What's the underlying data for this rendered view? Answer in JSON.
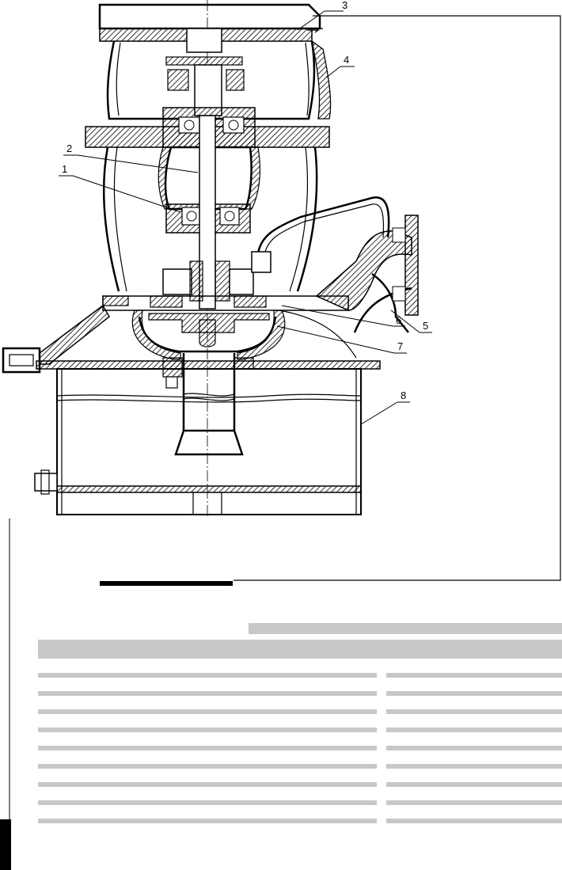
{
  "callouts": [
    {
      "id": "c3",
      "label": "3"
    },
    {
      "id": "c4",
      "label": "4"
    },
    {
      "id": "c2",
      "label": "2"
    },
    {
      "id": "c1",
      "label": "1"
    },
    {
      "id": "c6",
      "label": "6"
    },
    {
      "id": "c5",
      "label": "5"
    },
    {
      "id": "c7",
      "label": "7"
    },
    {
      "id": "c8",
      "label": "8"
    }
  ],
  "colors": {
    "ink": "#000000",
    "hatch": "#000000",
    "table_gray": "#c8c8c8",
    "paper": "#ffffff"
  },
  "table": {
    "rows": 9,
    "columns": 2
  }
}
